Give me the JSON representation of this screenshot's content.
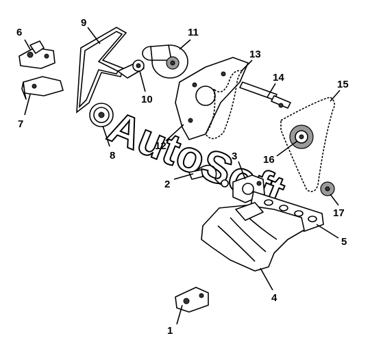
{
  "watermark": "AutoSoft",
  "callouts": [
    "1",
    "2",
    "3",
    "4",
    "5",
    "6",
    "7",
    "8",
    "9",
    "10",
    "11",
    "12",
    "13",
    "14",
    "15",
    "16",
    "17"
  ],
  "parts": [
    "engine-mount-1",
    "sensor-2",
    "throttle-body-3",
    "intake-manifold-4",
    "manifold-gasket-5",
    "bracket-6",
    "bracket-7",
    "pulley-8",
    "drive-belt-9",
    "idler-10",
    "water-pump-11",
    "timing-cover-12",
    "timing-chain-13",
    "shaft-14",
    "chain-15",
    "sprocket-16",
    "gear-17"
  ]
}
